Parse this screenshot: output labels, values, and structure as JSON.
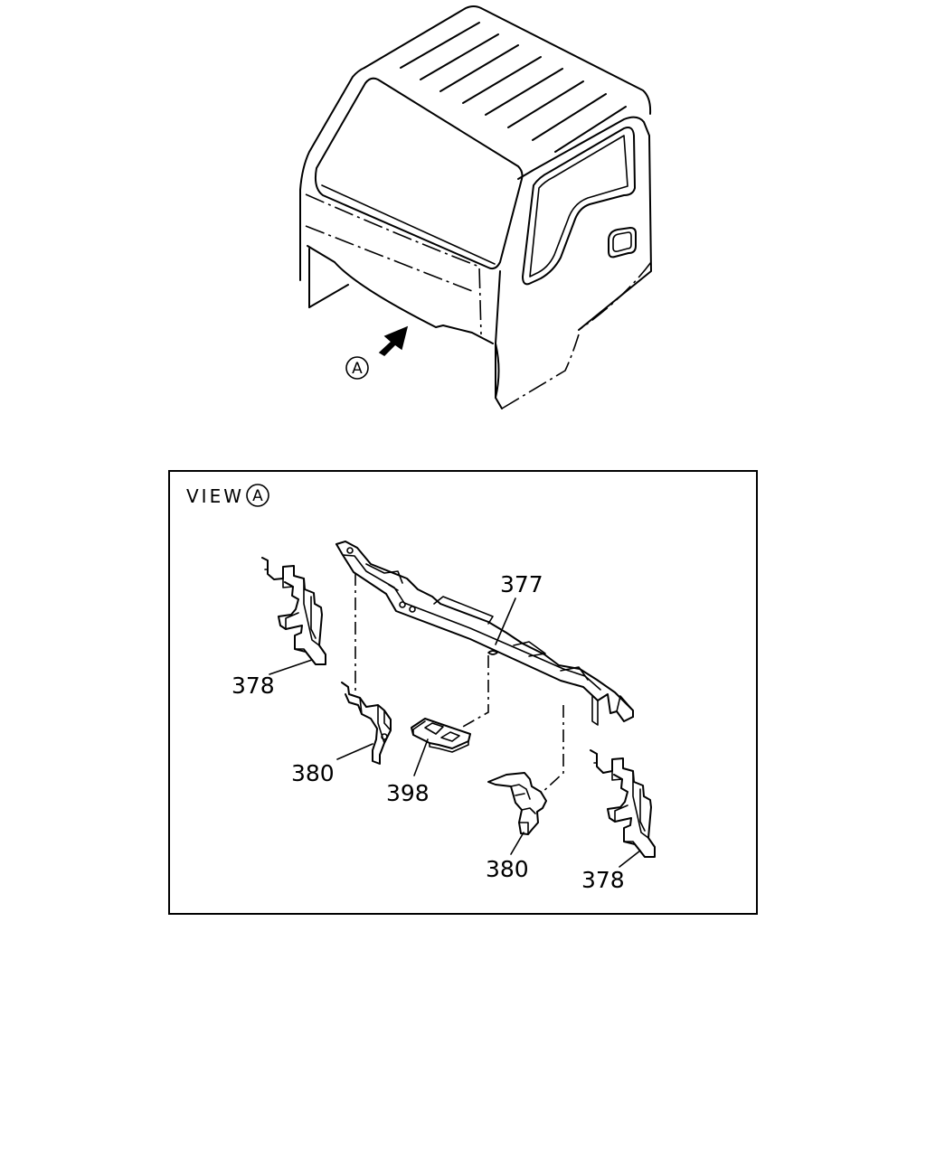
{
  "callout": {
    "letter": "A"
  },
  "view": {
    "label": "VIEW",
    "letter": "A"
  },
  "parts": [
    {
      "id": "p377",
      "number": "377"
    },
    {
      "id": "p378a",
      "number": "378"
    },
    {
      "id": "p378b",
      "number": "378"
    },
    {
      "id": "p380a",
      "number": "380"
    },
    {
      "id": "p380b",
      "number": "380"
    },
    {
      "id": "p398",
      "number": "398"
    }
  ]
}
